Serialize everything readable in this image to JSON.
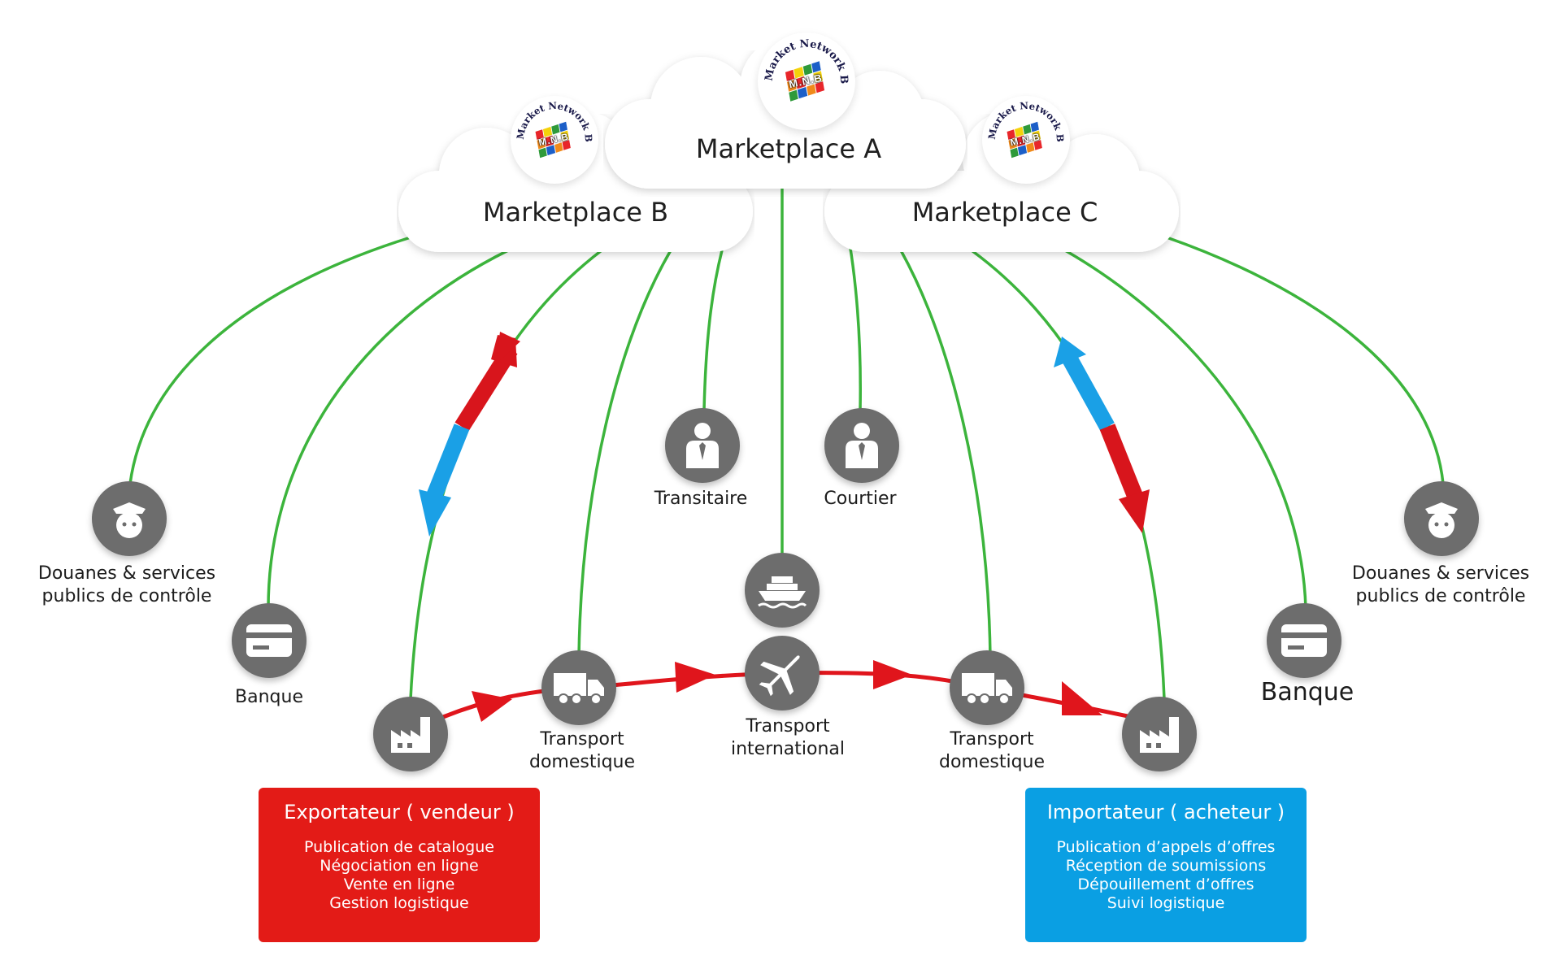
{
  "clouds": {
    "a": "Marketplace A",
    "b": "Marketplace B",
    "c": "Marketplace C"
  },
  "logo": {
    "arc_text": "Market Network Builder",
    "abbrev": "M.N.B"
  },
  "nodes": {
    "customs_left": "Douanes & services\npublics de contrôle",
    "customs_right": "Douanes & services\npublics de contrôle",
    "bank_left": "Banque",
    "bank_right": "Banque",
    "forwarder": "Transitaire",
    "broker": "Courtier",
    "domestic_left": "Transport\ndomestique",
    "international": "Transport\ninternational",
    "domestic_right": "Transport\ndomestique"
  },
  "exporter": {
    "title": "Exportateur ( vendeur )",
    "items": [
      "Publication de catalogue",
      "Négociation en ligne",
      "Vente en ligne",
      "Gestion logistique"
    ]
  },
  "importer": {
    "title": "Importateur ( acheteur )",
    "items": [
      "Publication d’appels d’offres",
      "Réception de soumissions",
      "Dépouillement d’offres",
      "Suivi logistique"
    ]
  },
  "colors": {
    "line": "#3cb43c",
    "flow": "#e0151c",
    "exporter": "#e31b17",
    "importer": "#0a9fe3",
    "node": "#6d6d6d"
  },
  "icons": [
    "customs-officer-icon",
    "credit-card-icon",
    "factory-icon",
    "truck-icon",
    "airplane-icon",
    "ship-icon",
    "person-icon"
  ]
}
